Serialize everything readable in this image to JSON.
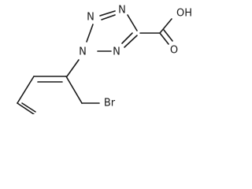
{
  "structure": {
    "atoms": {
      "n_top": "N",
      "n_upper": "N",
      "n_left": "N",
      "n_lower": "N",
      "oh": "OH",
      "o": "O",
      "br": "Br"
    }
  }
}
